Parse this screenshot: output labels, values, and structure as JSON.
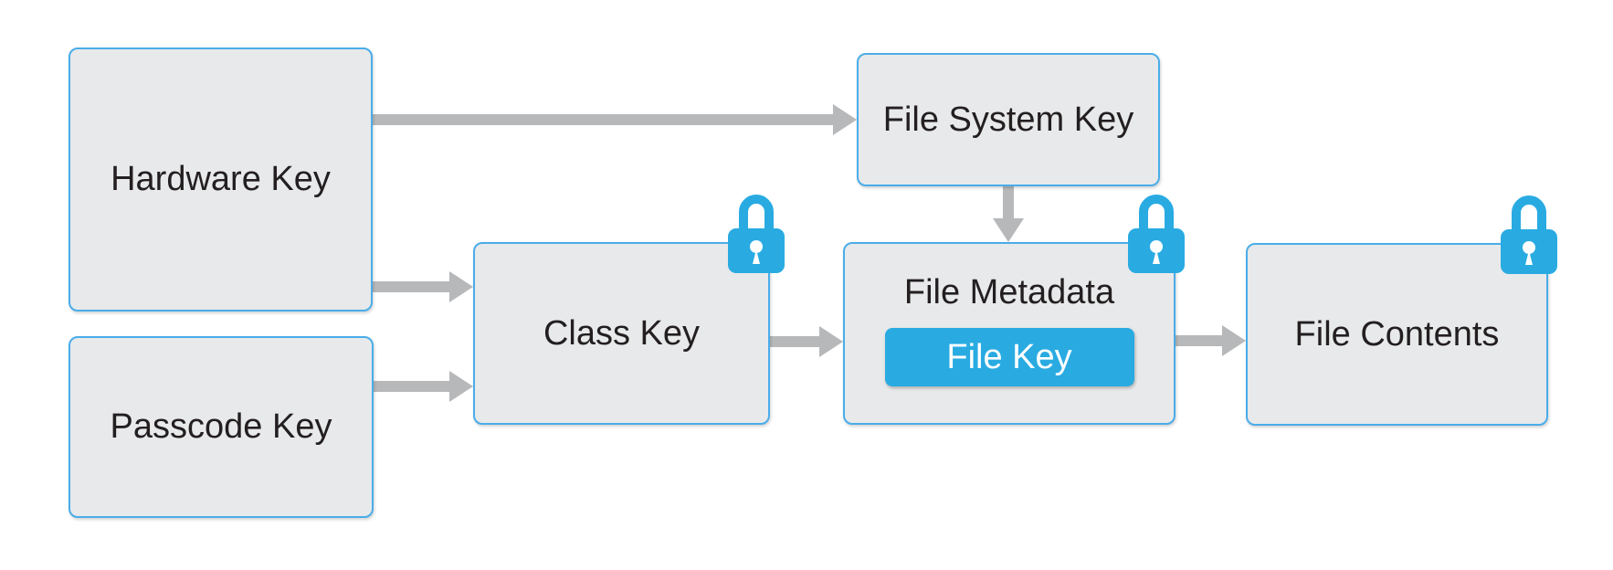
{
  "diagram": {
    "type": "flow-diagram",
    "nodes": {
      "hardware_key": {
        "label": "Hardware Key",
        "locked": false
      },
      "passcode_key": {
        "label": "Passcode Key",
        "locked": false
      },
      "file_system_key": {
        "label": "File System Key",
        "locked": false
      },
      "class_key": {
        "label": "Class Key",
        "locked": true
      },
      "file_metadata": {
        "label": "File Metadata",
        "locked": true,
        "badge": {
          "label": "File Key"
        }
      },
      "file_contents": {
        "label": "File Contents",
        "locked": true
      }
    },
    "edges": [
      {
        "from": "hardware_key",
        "to": "file_system_key",
        "direction": "right"
      },
      {
        "from": "hardware_key",
        "to": "class_key",
        "direction": "right"
      },
      {
        "from": "passcode_key",
        "to": "class_key",
        "direction": "right"
      },
      {
        "from": "class_key",
        "to": "file_metadata",
        "direction": "right"
      },
      {
        "from": "file_system_key",
        "to": "file_metadata",
        "direction": "down"
      },
      {
        "from": "file_metadata",
        "to": "file_contents",
        "direction": "right"
      }
    ],
    "icons": {
      "lock": "lock-icon"
    },
    "colors": {
      "background": "#ffffff",
      "box_fill": "#e8e9ea",
      "box_border": "#4aade9",
      "accent_blue": "#29abe2",
      "arrow_gray": "#b6b8ba",
      "text": "#231f20",
      "badge_text": "#ffffff"
    }
  }
}
